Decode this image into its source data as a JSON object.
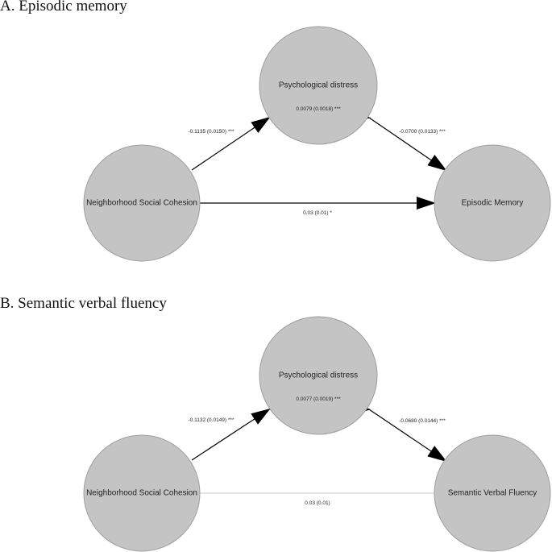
{
  "panels": [
    {
      "title": "A. Episodic memory",
      "nodes": {
        "mediator": "Psychological distress",
        "predictor": "Neighborhood Social Cohesion",
        "outcome": "Episodic Memory"
      },
      "paths": {
        "a": "-0.1135 (0.0150) ***",
        "indirect": "0.0079 (0.0018) ***",
        "b": "-0.0700 (0.0133) ***",
        "direct": "0.03 (0.01) *"
      },
      "direct_significant": true
    },
    {
      "title": "B. Semantic verbal fluency",
      "nodes": {
        "mediator": "Psychological distress",
        "predictor": "Neighborhood Social Cohesion",
        "outcome": "Semantic Verbal Fluency"
      },
      "paths": {
        "a": "-0.1132 (0.0149) ***",
        "indirect": "0.0077 (0.0019) ***",
        "b": "-0.0680 (0.0144) ***",
        "direct": "0.03 (0.01)"
      },
      "direct_significant": false
    }
  ],
  "colors": {
    "node_fill": "#c4c4c4",
    "node_stroke": "#9e9e9e",
    "edge": "#000000",
    "edge_nonsignificant": "#c8c8c8"
  }
}
